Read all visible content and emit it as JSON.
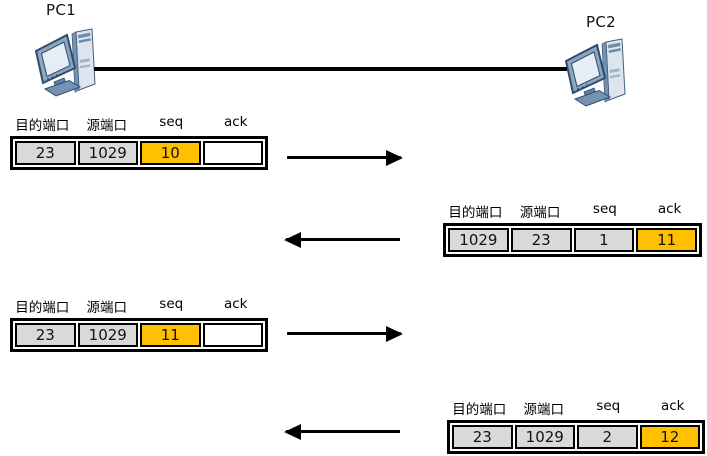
{
  "nodes": {
    "pc1": "PC1",
    "pc2": "PC2"
  },
  "packet_headers": [
    "目的端口",
    "源端口",
    "seq",
    "ack"
  ],
  "colors": {
    "highlight": "#FFC000",
    "field_gray": "#D9D9D9",
    "empty": "#FFFFFF"
  },
  "messages": [
    {
      "direction": "right",
      "cells": [
        {
          "value": "23",
          "bg": "#D9D9D9"
        },
        {
          "value": "1029",
          "bg": "#D9D9D9"
        },
        {
          "value": "10",
          "bg": "#FFC000"
        },
        {
          "value": "",
          "bg": "#FFFFFF"
        }
      ]
    },
    {
      "direction": "left",
      "cells": [
        {
          "value": "1029",
          "bg": "#D9D9D9"
        },
        {
          "value": "23",
          "bg": "#D9D9D9"
        },
        {
          "value": "1",
          "bg": "#D9D9D9"
        },
        {
          "value": "11",
          "bg": "#FFC000"
        }
      ]
    },
    {
      "direction": "right",
      "cells": [
        {
          "value": "23",
          "bg": "#D9D9D9"
        },
        {
          "value": "1029",
          "bg": "#D9D9D9"
        },
        {
          "value": "11",
          "bg": "#FFC000"
        },
        {
          "value": "",
          "bg": "#FFFFFF"
        }
      ]
    },
    {
      "direction": "left",
      "cells": [
        {
          "value": "23",
          "bg": "#D9D9D9"
        },
        {
          "value": "1029",
          "bg": "#D9D9D9"
        },
        {
          "value": "2",
          "bg": "#D9D9D9"
        },
        {
          "value": "12",
          "bg": "#FFC000"
        }
      ]
    }
  ]
}
